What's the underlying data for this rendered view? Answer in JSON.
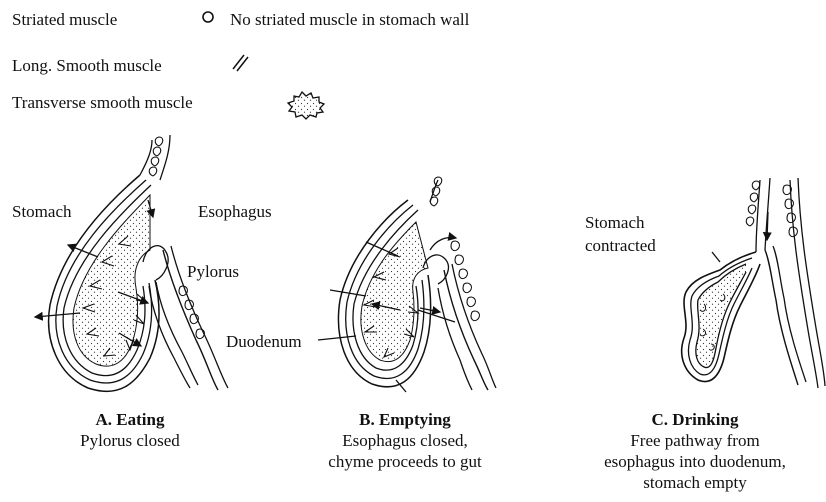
{
  "legend": {
    "striated_label": "Striated muscle",
    "no_striated_label": "No striated muscle in stomach wall",
    "long_smooth_label": "Long. Smooth muscle",
    "transverse_smooth_label": "Transverse smooth muscle"
  },
  "labels": {
    "stomach": "Stomach",
    "esophagus": "Esophagus",
    "pylorus": "Pylorus",
    "duodenum": "Duodenum",
    "stomach_contracted_1": "Stomach",
    "stomach_contracted_2": "contracted"
  },
  "captions": {
    "a": {
      "title": "A. Eating",
      "line1": "Pylorus closed"
    },
    "b": {
      "title": "B. Emptying",
      "line1": "Esophagus closed,",
      "line2": "chyme proceeds to gut"
    },
    "c": {
      "title": "C. Drinking",
      "line1": "Free pathway from",
      "line2": "esophagus into duodenum,",
      "line3": "stomach empty"
    }
  }
}
